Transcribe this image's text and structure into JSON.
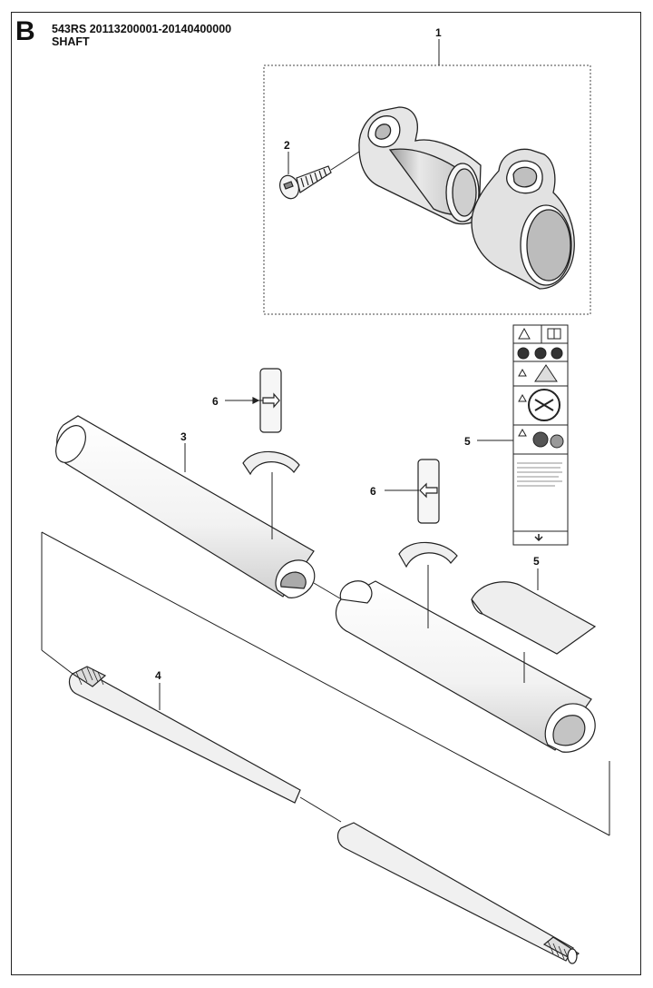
{
  "header": {
    "section_letter": "B",
    "model_serial": "543RS  20113200001-20140400000",
    "title": "SHAFT"
  },
  "callouts": {
    "c1": "1",
    "c2": "2",
    "c3": "3",
    "c4": "4",
    "c5a": "5",
    "c5b": "5",
    "c6a": "6",
    "c6b": "6"
  },
  "colors": {
    "line": "#222222",
    "part_fill": "#f7f7f7",
    "shade": "#d9d9d9"
  }
}
